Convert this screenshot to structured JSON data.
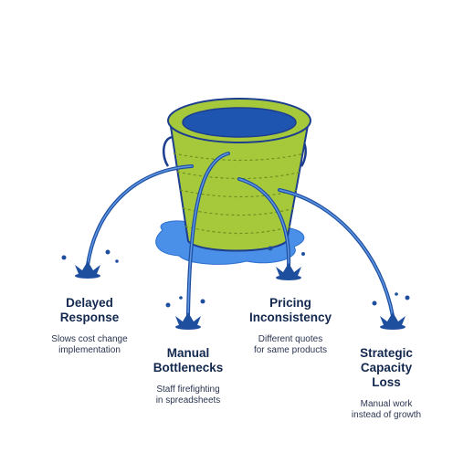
{
  "colors": {
    "bucket_fill": "#a6c93c",
    "bucket_outline": "#1d3d8f",
    "water_inner": "#1e55b0",
    "puddle": "#4a8fe8",
    "leak_stream": "#1e4f9f",
    "text_dark": "#13284f"
  },
  "icons": [
    "bucket-icon",
    "puddle-icon",
    "leak-stream-icon",
    "splash-icon"
  ],
  "callouts": [
    {
      "title_lines": [
        "Delayed",
        "Response"
      ],
      "desc_lines": [
        "Slows cost change",
        "implementation"
      ]
    },
    {
      "title_lines": [
        "Manual",
        "Bottlenecks"
      ],
      "desc_lines": [
        "Staff firefighting",
        "in spreadsheets"
      ]
    },
    {
      "title_lines": [
        "Pricing",
        "Inconsistency"
      ],
      "desc_lines": [
        "Different quotes",
        "for same products"
      ]
    },
    {
      "title_lines": [
        "Strategic",
        "Capacity",
        "Loss"
      ],
      "desc_lines": [
        "Manual work",
        "instead of growth"
      ]
    }
  ]
}
